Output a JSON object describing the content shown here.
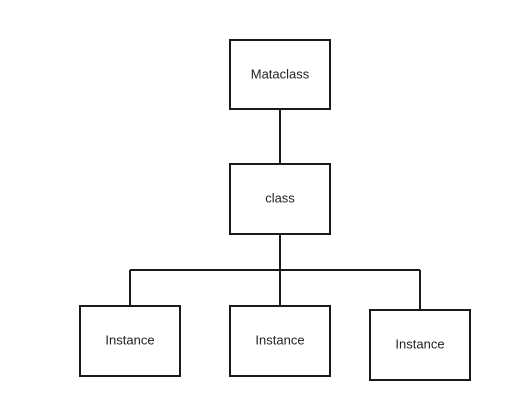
{
  "diagram": {
    "nodes": {
      "metaclass": {
        "label": "Mataclass"
      },
      "class": {
        "label": "class"
      },
      "instance_1": {
        "label": "Instance"
      },
      "instance_2": {
        "label": "Instance"
      },
      "instance_3": {
        "label": "Instance"
      }
    },
    "edges": [
      {
        "from": "metaclass",
        "to": "class"
      },
      {
        "from": "class",
        "to": "instance_1"
      },
      {
        "from": "class",
        "to": "instance_2"
      },
      {
        "from": "class",
        "to": "instance_3"
      }
    ],
    "colors": {
      "stroke": "#1a1a1a",
      "fill": "#ffffff",
      "text": "#222222"
    }
  }
}
